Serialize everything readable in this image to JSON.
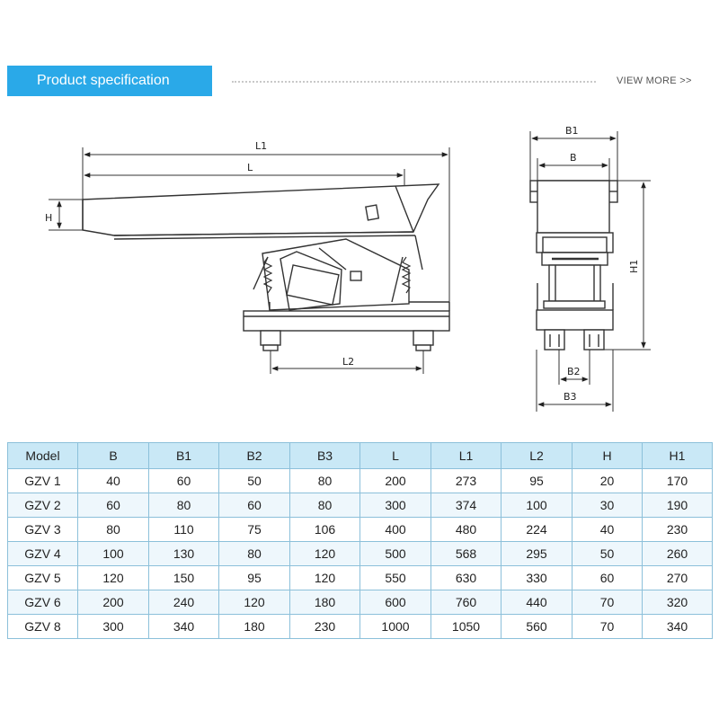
{
  "header": {
    "title": "Product specification",
    "view_more": "VIEW MORE >>",
    "accent_color": "#2aa9e8"
  },
  "drawing": {
    "side_labels": {
      "L1": "L1",
      "L": "L",
      "H": "H",
      "L2": "L2"
    },
    "front_labels": {
      "B1": "B1",
      "B": "B",
      "H1": "H1",
      "B2": "B2",
      "B3": "B3"
    }
  },
  "table": {
    "headers": [
      "Model",
      "B",
      "B1",
      "B2",
      "B3",
      "L",
      "L1",
      "L2",
      "H",
      "H1"
    ],
    "rows": [
      [
        "GZV 1",
        "40",
        "60",
        "50",
        "80",
        "200",
        "273",
        "95",
        "20",
        "170"
      ],
      [
        "GZV 2",
        "60",
        "80",
        "60",
        "80",
        "300",
        "374",
        "100",
        "30",
        "190"
      ],
      [
        "GZV 3",
        "80",
        "110",
        "75",
        "106",
        "400",
        "480",
        "224",
        "40",
        "230"
      ],
      [
        "GZV 4",
        "100",
        "130",
        "80",
        "120",
        "500",
        "568",
        "295",
        "50",
        "260"
      ],
      [
        "GZV 5",
        "120",
        "150",
        "95",
        "120",
        "550",
        "630",
        "330",
        "60",
        "270"
      ],
      [
        "GZV 6",
        "200",
        "240",
        "120",
        "180",
        "600",
        "760",
        "440",
        "70",
        "320"
      ],
      [
        "GZV 8",
        "300",
        "340",
        "180",
        "230",
        "1000",
        "1050",
        "560",
        "70",
        "340"
      ]
    ],
    "header_color": "#c9e8f6",
    "border_color": "#8cc0da"
  }
}
